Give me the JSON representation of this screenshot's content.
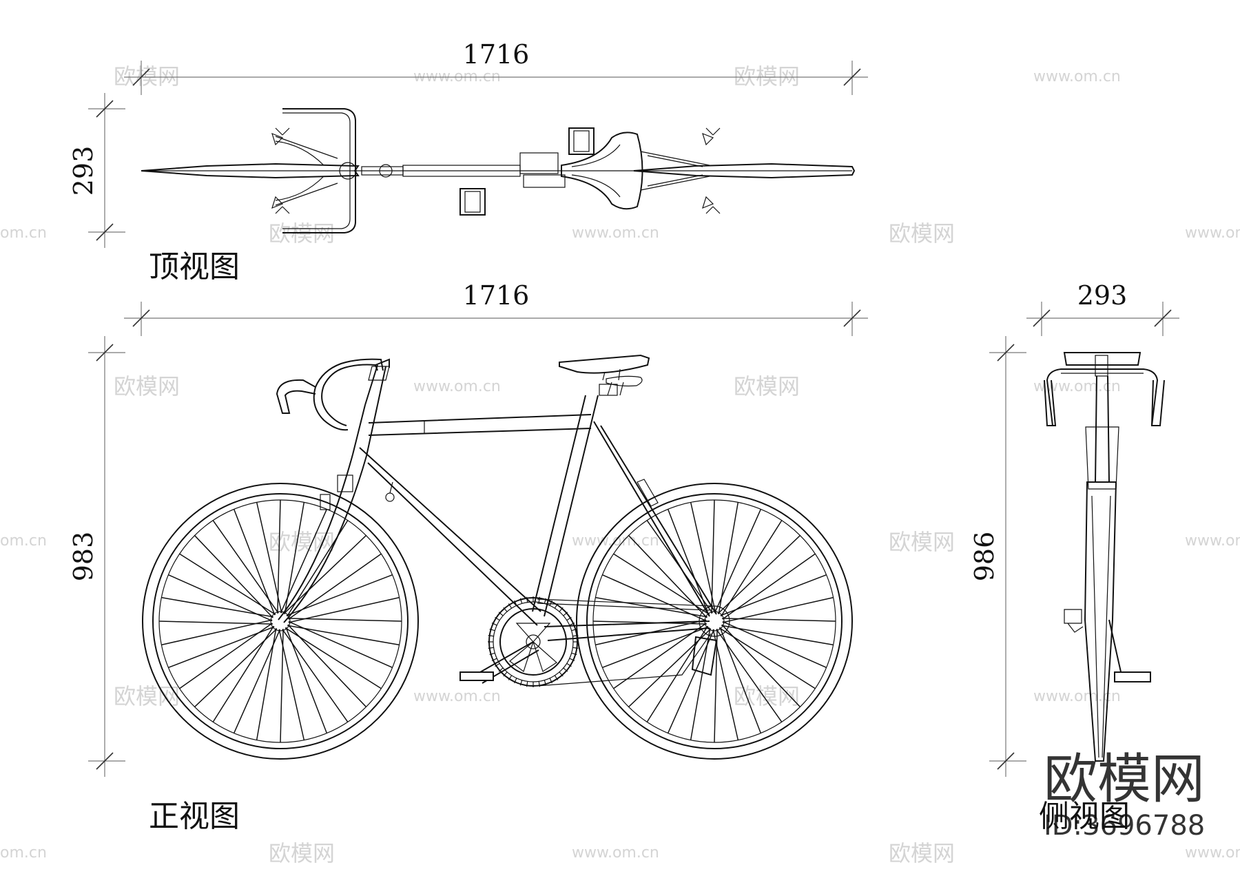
{
  "dimensions": {
    "top_length": "1716",
    "top_width": "293",
    "front_length": "1716",
    "front_height": "983",
    "side_width": "293",
    "side_height": "986"
  },
  "labels": {
    "top_view": "顶视图",
    "front_view": "正视图",
    "side_view": "侧视图"
  },
  "watermarks": {
    "site_cn": "欧模网",
    "site_url": "www.om.cn",
    "site_edge": "om.cn"
  },
  "logo": {
    "brand": "欧模网",
    "id_text": "ID:3696788"
  }
}
